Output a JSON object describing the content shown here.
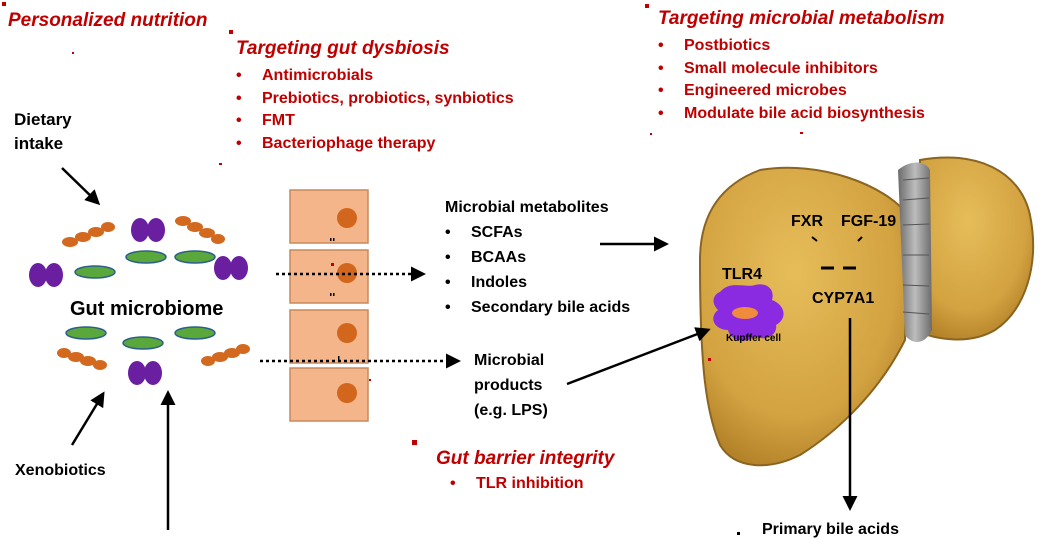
{
  "labels": {
    "personalized_nutrition": "Personalized nutrition",
    "dietary_intake": "Dietary intake",
    "xenobiotics": "Xenobiotics",
    "gut_microbiome": "Gut microbiome",
    "metabolites_title": "Microbial metabolites",
    "products": "Microbial products (e.g. LPS)",
    "tlr4": "TLR4",
    "kupffer": "Kupffer cell",
    "fxr": "FXR",
    "fgf19": "FGF-19",
    "cyp7a1": "CYP7A1",
    "primary_bile_acids": "Primary bile acids"
  },
  "dysbiosis": {
    "title": "Targeting gut dysbiosis",
    "items": [
      "Antimicrobials",
      "Prebiotics, probiotics, synbiotics",
      "FMT",
      "Bacteriophage therapy"
    ]
  },
  "microbial_metabolism": {
    "title": "Targeting microbial metabolism",
    "items": [
      "Postbiotics",
      "Small molecule inhibitors",
      "Engineered microbes",
      "Modulate bile acid biosynthesis"
    ]
  },
  "metabolites": [
    "SCFAs",
    "BCAAs",
    "Indoles",
    "Secondary bile acids"
  ],
  "barrier": {
    "title": "Gut barrier integrity",
    "items": [
      "TLR inhibition"
    ]
  },
  "colors": {
    "therapy_text": "#c00000",
    "liver": "#c99a3a",
    "enterocyte": "#f3b589",
    "nucleus": "#d1661c",
    "rod_bacteria": "#d2691e",
    "cocci": "#6a1fa0",
    "oval_bacteria": "#5aa83c",
    "kupffer": "#8a2be2"
  }
}
